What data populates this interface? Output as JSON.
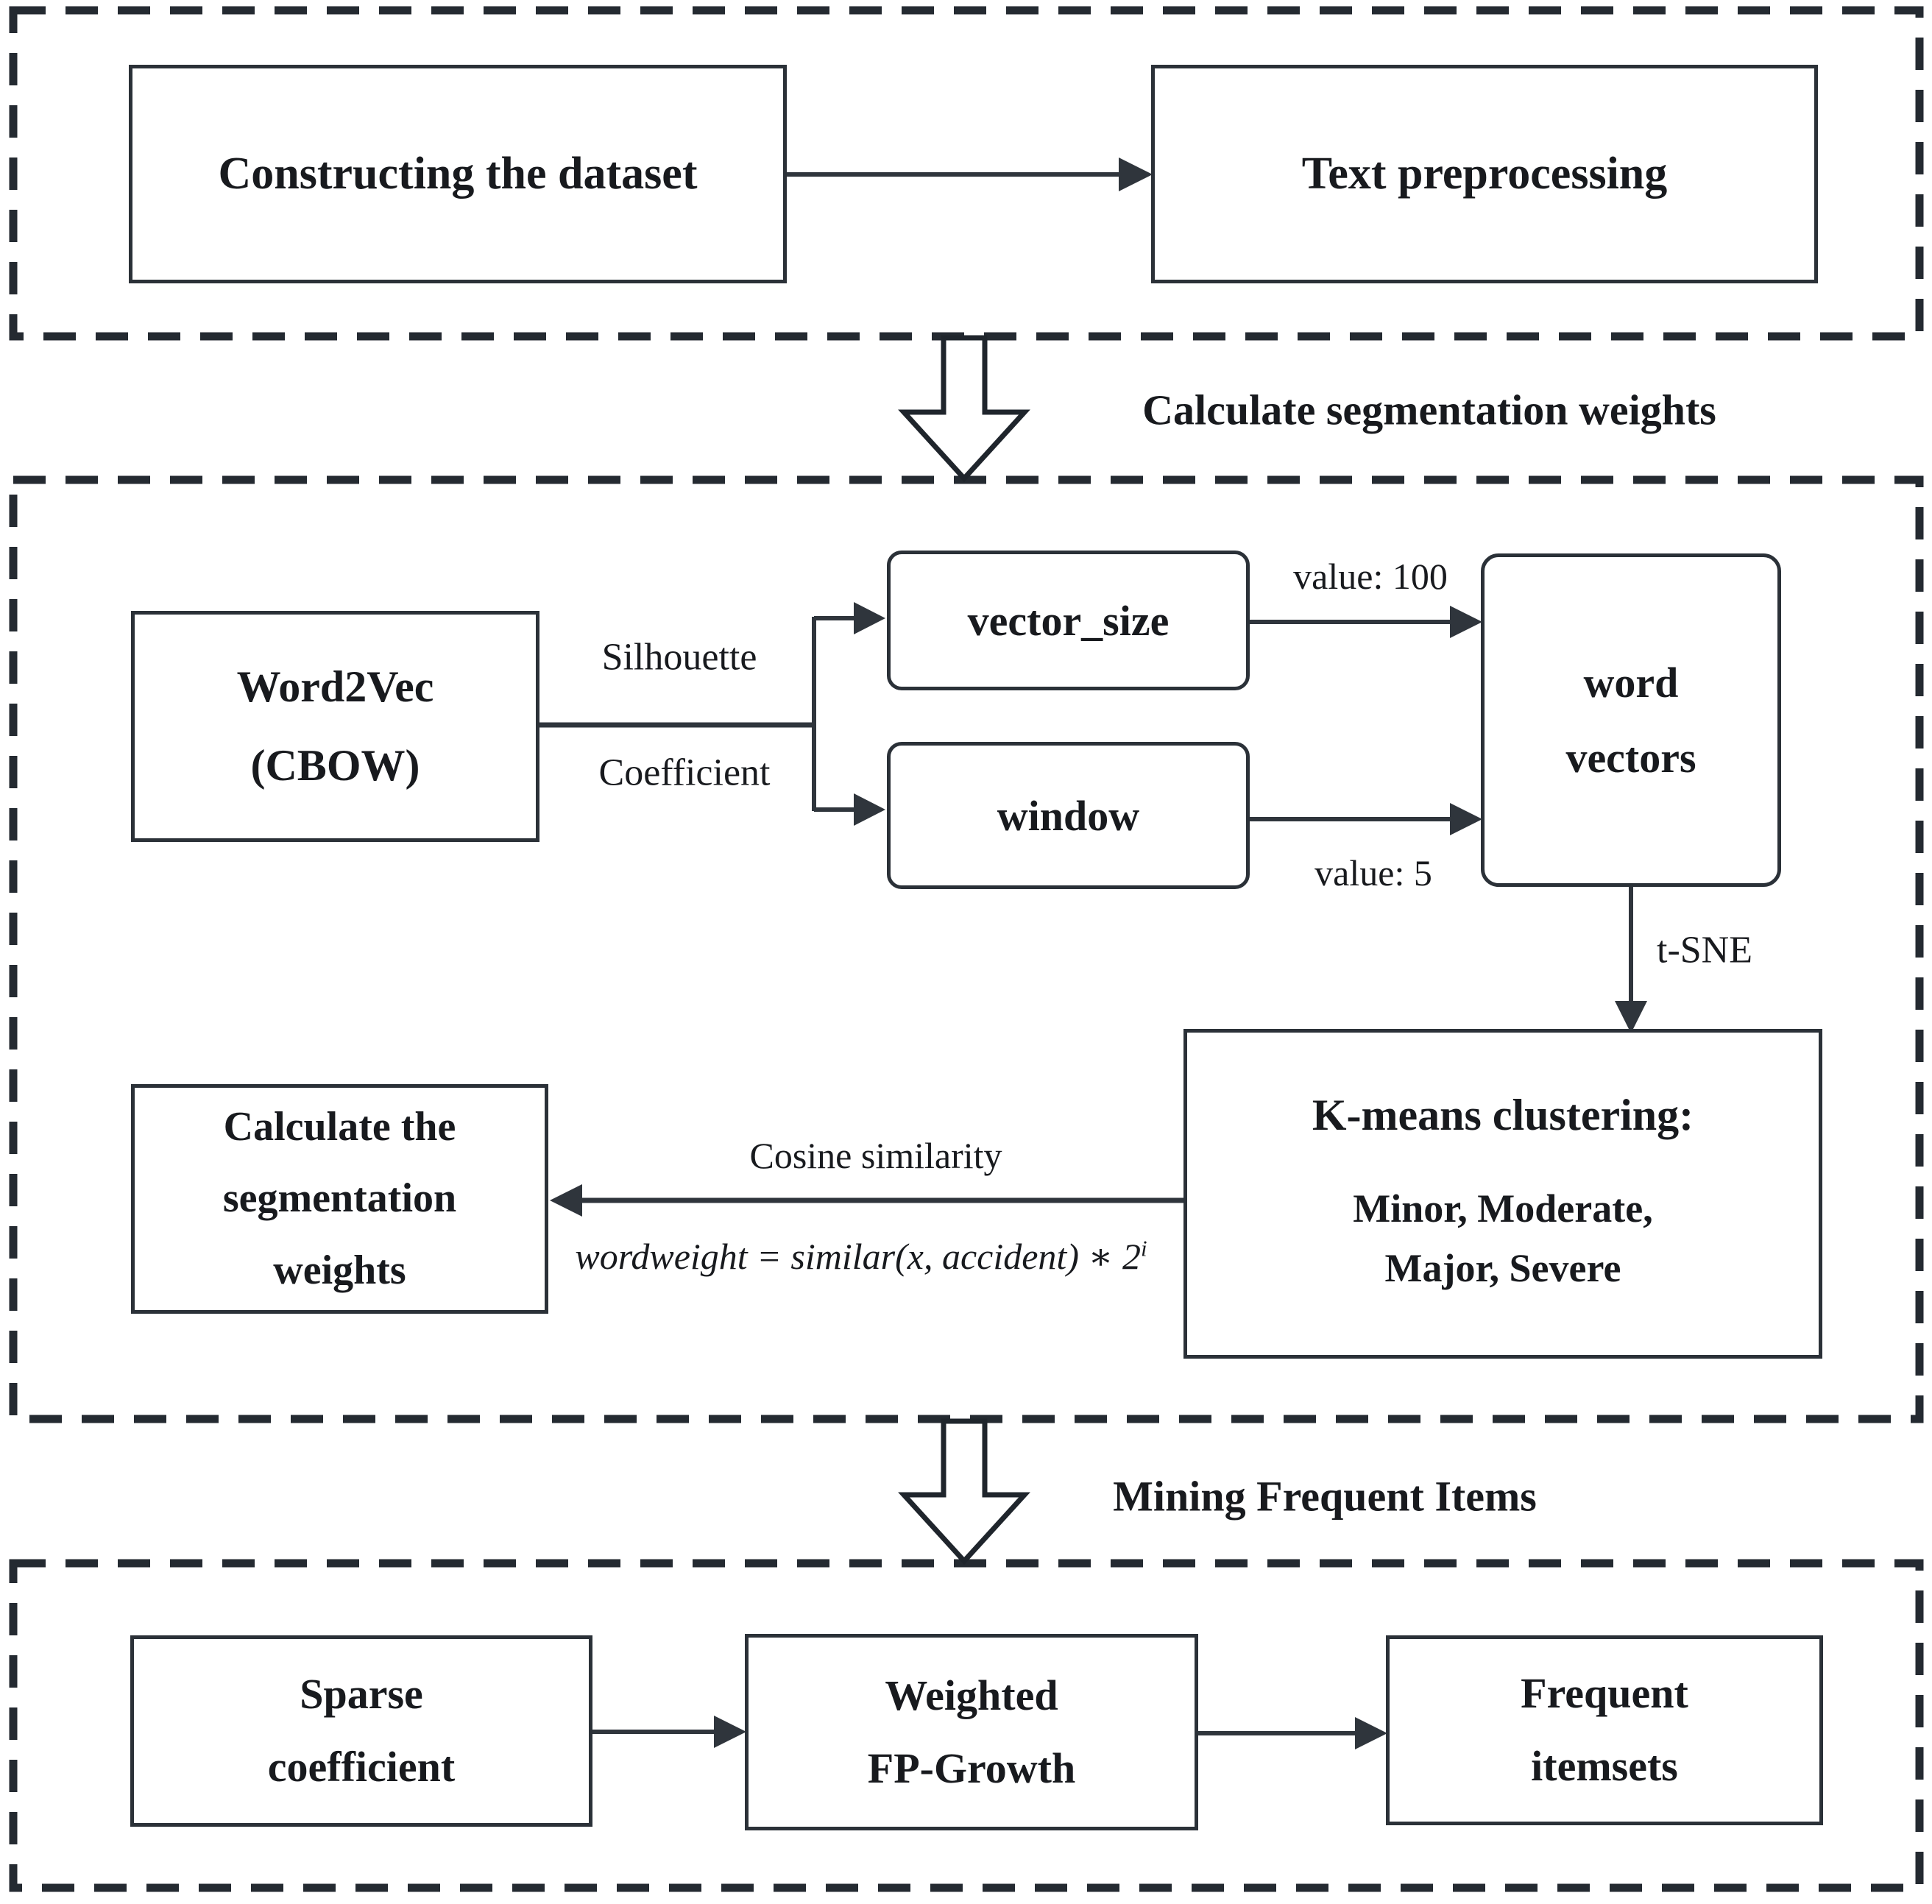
{
  "colors": {
    "ink": "#181a1e",
    "line": "#2f353c",
    "dash_border": "#242a31",
    "background": "#ffffff"
  },
  "top_section": {
    "constructing_box": "Constructing the dataset",
    "preprocessing_box": "Text preprocessing"
  },
  "section_arrows": {
    "arrow1_label": "Calculate segmentation weights",
    "arrow2_label": "Mining Frequent Items"
  },
  "middle_section": {
    "word2vec": {
      "line1": "Word2Vec",
      "line2": "(CBOW)"
    },
    "edge_silhouette": "Silhouette",
    "edge_coefficient": "Coefficient",
    "vector_size_box": "vector_size",
    "window_box": "window",
    "value_100": "value: 100",
    "value_5": "value: 5",
    "word_vectors": {
      "line1": "word",
      "line2": "vectors"
    },
    "tsne_label": "t-SNE",
    "kmeans": {
      "title": "K-means clustering:",
      "line1": "Minor, Moderate,",
      "line2": "Major, Severe"
    },
    "cosine_label": "Cosine similarity",
    "formula": {
      "main": "wordweight = similar(x, accident) ∗ 2",
      "sup": "i"
    },
    "calc": {
      "line1": "Calculate the",
      "line2": "segmentation",
      "line3": "weights"
    }
  },
  "bottom_section": {
    "sparse": {
      "line1": "Sparse",
      "line2": "coefficient"
    },
    "fp_growth": {
      "line1": "Weighted",
      "line2": "FP-Growth"
    },
    "frequent": {
      "line1": "Frequent",
      "line2": "itemsets"
    }
  }
}
